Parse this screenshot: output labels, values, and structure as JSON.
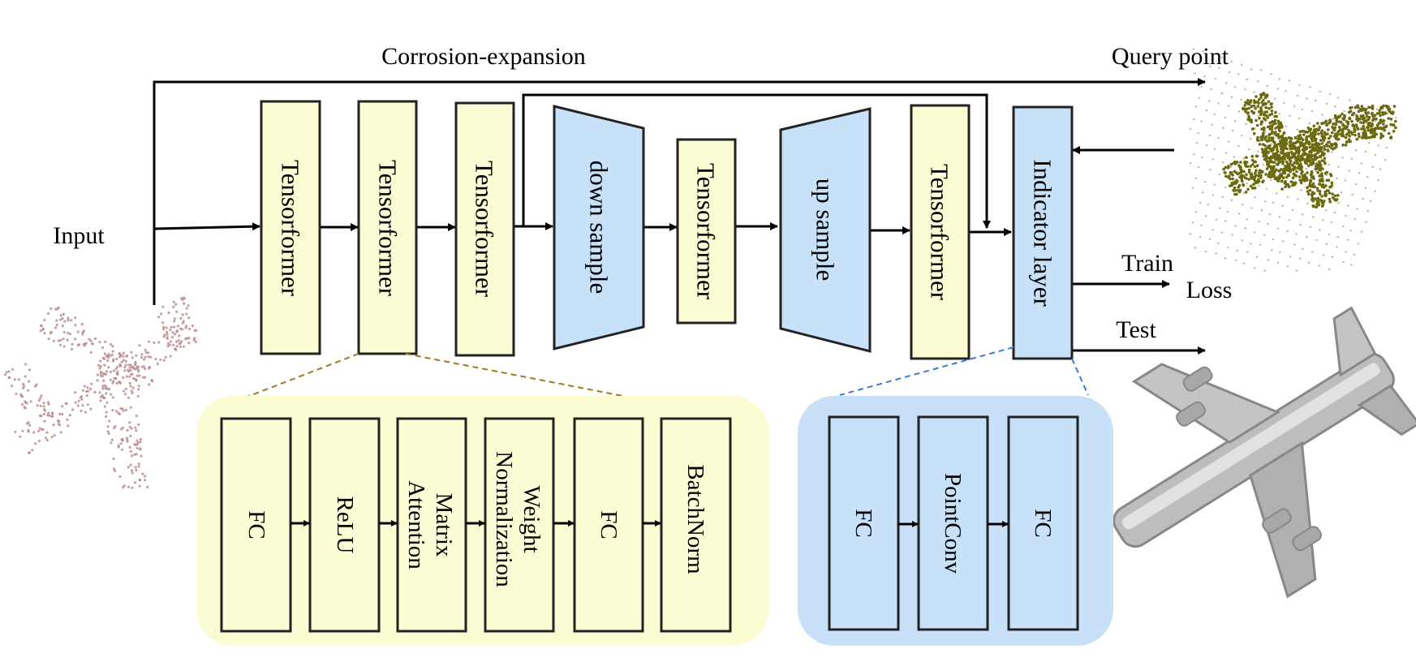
{
  "labels": {
    "input": "Input",
    "corrosion": "Corrosion-expansion",
    "query_point": "Query point",
    "train": "Train",
    "loss": "Loss",
    "test": "Test"
  },
  "main_blocks": {
    "tensorformer_1": "Tensorformer",
    "tensorformer_2": "Tensorformer",
    "tensorformer_3": "Tensorformer",
    "down_sample": "down sample",
    "tensorformer_4": "Tensorformer",
    "up_sample": "up sample",
    "tensorformer_5": "Tensorformer",
    "indicator_layer": "Indicator layer"
  },
  "tensorformer_detail": {
    "fc_1": "FC",
    "relu": "ReLU",
    "matrix_attention_line1": "Matrix",
    "matrix_attention_line2": "Attention",
    "weight_norm_line1": "Weight",
    "weight_norm_line2": "Normalization",
    "fc_2": "FC",
    "batchnorm": "BatchNorm"
  },
  "indicator_detail": {
    "fc_1": "FC",
    "pointconv": "PointConv",
    "fc_2": "FC"
  },
  "colors": {
    "yellow_block": "#fdfdd5",
    "blue_block": "#c6e1f8",
    "yellow_panel": "#fcfcd2",
    "blue_panel": "#c8e0f8",
    "input_points": "#b98a8a",
    "query_points": "#6b6a10",
    "plane_mesh": "#b8b8b8"
  }
}
